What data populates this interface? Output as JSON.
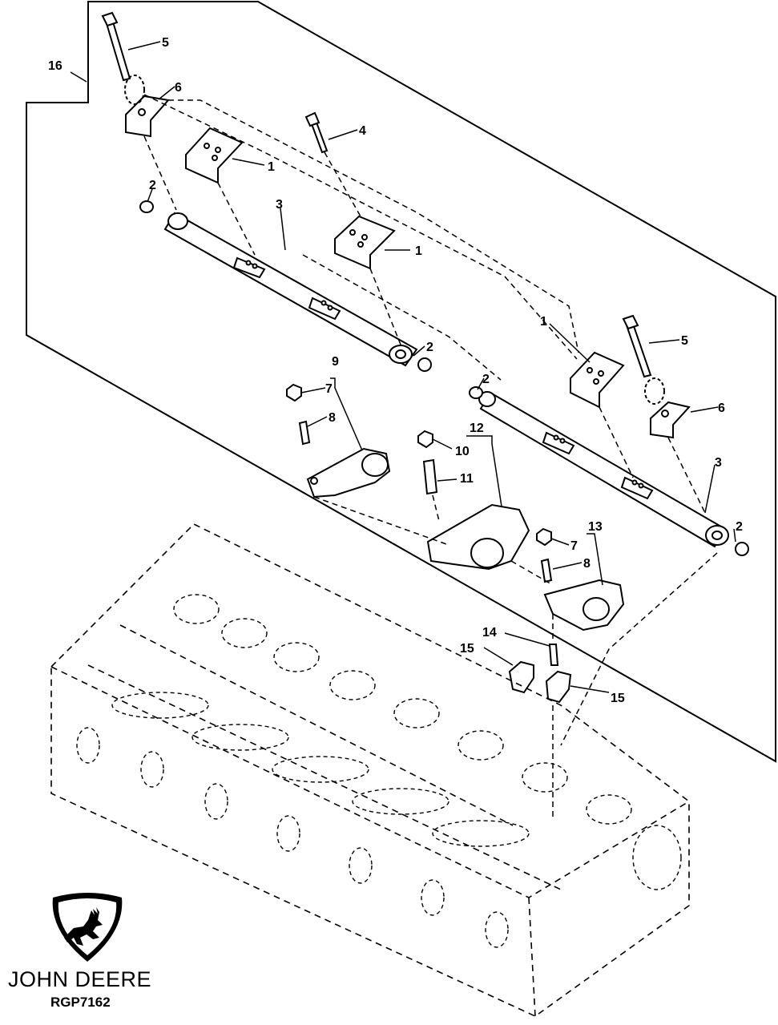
{
  "callouts": {
    "c16": "16",
    "c5a": "5",
    "c6a": "6",
    "c4": "4",
    "c1a": "1",
    "c2a": "2",
    "c3a": "3",
    "c1b": "1",
    "c2b": "2",
    "c1c": "1",
    "c5b": "5",
    "c9": "9",
    "c7a": "7",
    "c8a": "8",
    "c12": "12",
    "c10": "10",
    "c11": "11",
    "c2c": "2",
    "c6b": "6",
    "c3b": "3",
    "c13": "13",
    "c7b": "7",
    "c8b": "8",
    "c2d": "2",
    "c14": "14",
    "c15a": "15",
    "c15b": "15"
  },
  "brand": {
    "name": "JOHN DEERE",
    "figure_code": "RGP7162",
    "logo_icon": "deer-logo-icon"
  },
  "colors": {
    "line": "#000000",
    "background": "#ffffff"
  }
}
